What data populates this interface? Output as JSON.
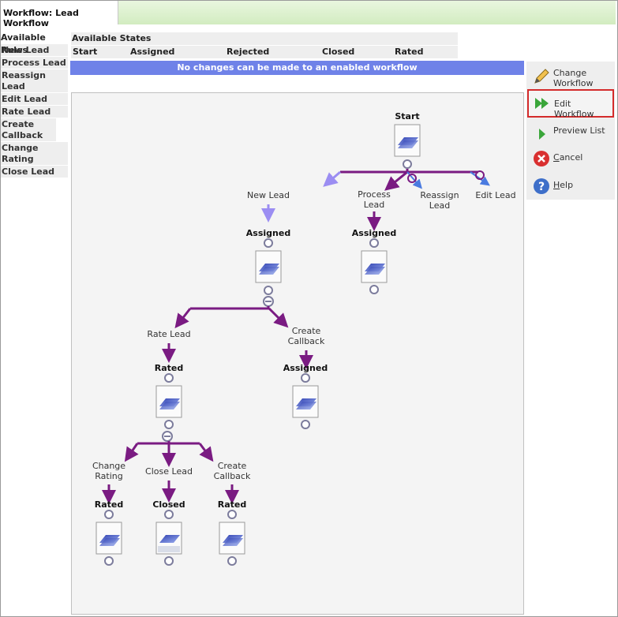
{
  "window": {
    "title": "Workflow: Lead Workflow"
  },
  "rules": {
    "header": "Available Rules",
    "items": [
      "New Lead",
      "Process Lead",
      "Reassign Lead",
      "Edit Lead",
      "Rate Lead",
      "Create Callback",
      "Change Rating",
      "Close Lead"
    ]
  },
  "states": {
    "header": "Available States",
    "items": [
      "Start",
      "Assigned",
      "Rejected",
      "Closed",
      "Rated"
    ]
  },
  "notice": "No changes can be made to an enabled workflow",
  "actions": {
    "change_workflow": "Change Workflow",
    "edit_workflow": "Edit Workflow",
    "preview_list": "Preview List",
    "cancel": "Cancel",
    "help": "Help"
  },
  "diagram": {
    "start": "Start",
    "level1": {
      "new_lead": "New Lead",
      "process_lead": "Process Lead",
      "reassign_lead": "Reassign Lead",
      "edit_lead": "Edit Lead",
      "assigned_a": "Assigned",
      "assigned_b": "Assigned"
    },
    "level2": {
      "rate_lead": "Rate Lead",
      "create_callback": "Create Callback",
      "rated": "Rated",
      "assigned": "Assigned"
    },
    "level3": {
      "change_rating": "Change Rating",
      "close_lead": "Close Lead",
      "create_callback": "Create Callback",
      "rated_a": "Rated",
      "closed": "Closed",
      "rated_b": "Rated"
    }
  },
  "colors": {
    "flow_line": "#7a1b82",
    "flow_line_light": "#9b8df2",
    "notice_bg": "#6f82e8",
    "title_bar": "#d2ecc0",
    "highlight_border": "#d42b2b"
  }
}
